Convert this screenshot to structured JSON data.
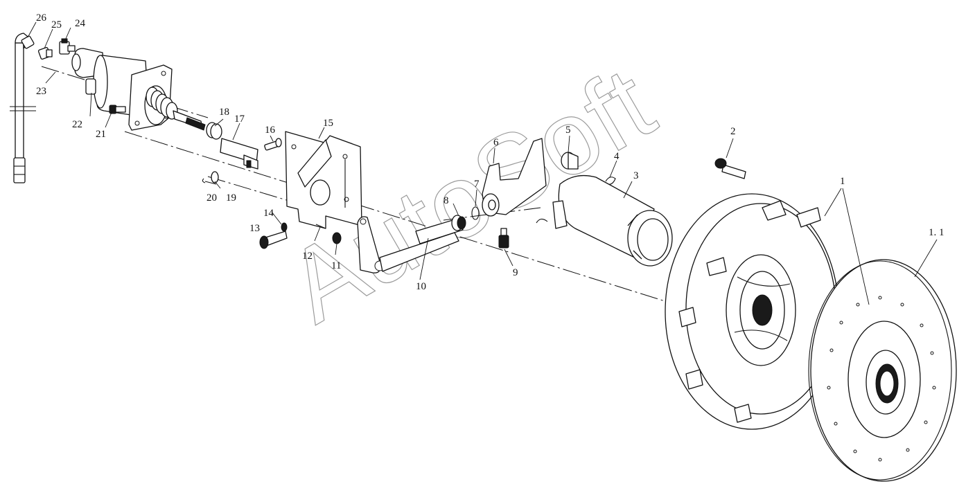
{
  "watermark": "AutoSoft",
  "callouts": [
    {
      "id": "c26",
      "label": "26"
    },
    {
      "id": "c25",
      "label": "25"
    },
    {
      "id": "c24",
      "label": "24"
    },
    {
      "id": "c23",
      "label": "23"
    },
    {
      "id": "c22",
      "label": "22"
    },
    {
      "id": "c21",
      "label": "21"
    },
    {
      "id": "c20",
      "label": "20"
    },
    {
      "id": "c19",
      "label": "19"
    },
    {
      "id": "c18",
      "label": "18"
    },
    {
      "id": "c17",
      "label": "17"
    },
    {
      "id": "c16",
      "label": "16"
    },
    {
      "id": "c15",
      "label": "15"
    },
    {
      "id": "c14",
      "label": "14"
    },
    {
      "id": "c13",
      "label": "13"
    },
    {
      "id": "c12",
      "label": "12"
    },
    {
      "id": "c11",
      "label": "11"
    },
    {
      "id": "c10",
      "label": "10"
    },
    {
      "id": "c9",
      "label": "9"
    },
    {
      "id": "c8",
      "label": "8"
    },
    {
      "id": "c7",
      "label": "7"
    },
    {
      "id": "c6",
      "label": "6"
    },
    {
      "id": "c5",
      "label": "5"
    },
    {
      "id": "c4",
      "label": "4"
    },
    {
      "id": "c3",
      "label": "3"
    },
    {
      "id": "c2",
      "label": "2"
    },
    {
      "id": "c1",
      "label": "1"
    },
    {
      "id": "c1_1",
      "label": "1. 1"
    }
  ]
}
